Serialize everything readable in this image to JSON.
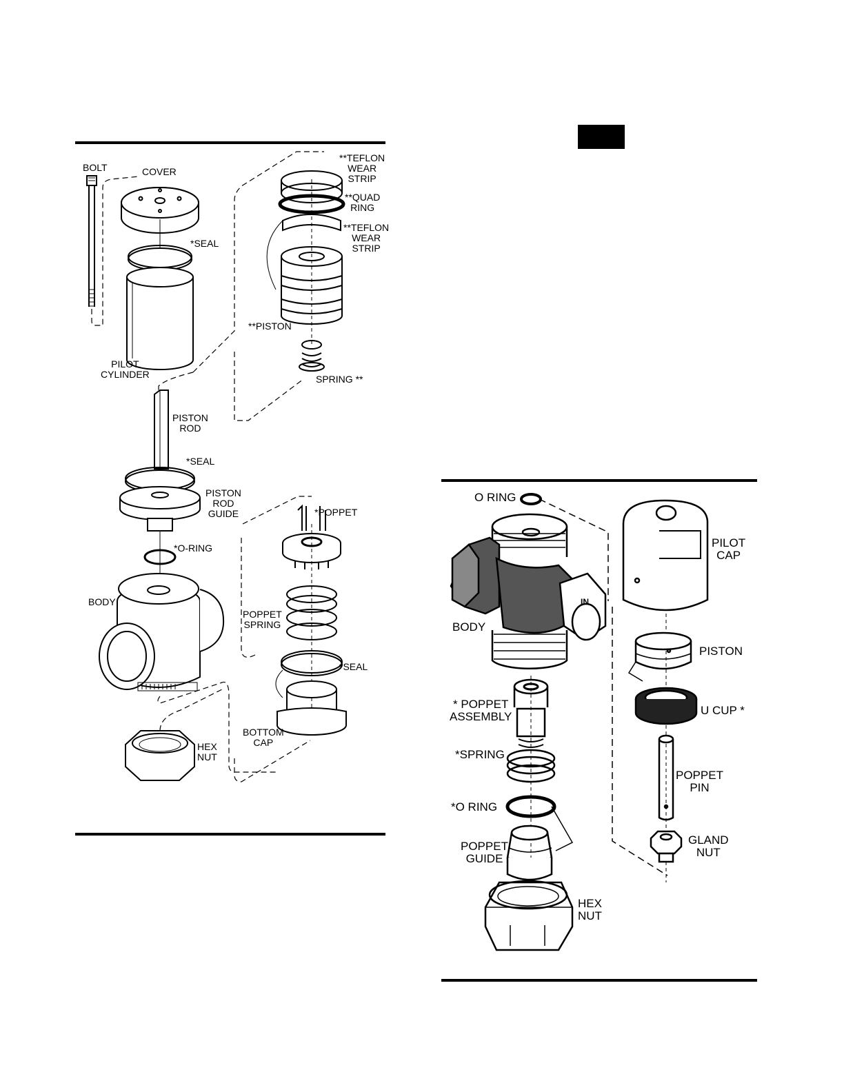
{
  "fig1": {
    "bolt": "BOLT",
    "cover": "COVER",
    "seal_top": "*SEAL",
    "teflon_top": [
      "**TEFLON",
      "WEAR",
      "STRIP"
    ],
    "quad_ring": [
      "**QUAD",
      "RING"
    ],
    "teflon_bottom": [
      "**TEFLON",
      "WEAR",
      "STRIP"
    ],
    "piston": "**PISTON",
    "pilot_cylinder": [
      "PILOT",
      "CYLINDER"
    ],
    "spring": "SPRING **",
    "piston_rod": [
      "PISTON",
      "ROD"
    ],
    "seal_mid": "*SEAL",
    "piston_rod_guide": [
      "PISTON",
      "ROD",
      "GUIDE"
    ],
    "poppet": "*POPPET",
    "o_ring": "*O-RING",
    "body": "BODY",
    "poppet_spring": [
      "POPPET",
      "SPRING"
    ],
    "seal_bottom": "*SEAL",
    "bottom_cap": [
      "BOTTOM",
      "CAP"
    ],
    "hex_nut": [
      "HEX",
      "NUT"
    ]
  },
  "fig2": {
    "o_ring_top": "O RING",
    "pilot_cap": [
      "PILOT",
      "CAP"
    ],
    "body": "BODY",
    "in_mark": "IN",
    "piston": "PISTON",
    "u_cup": "U CUP *",
    "poppet_assembly": [
      "* POPPET",
      "ASSEMBLY"
    ],
    "spring": "*SPRING",
    "poppet_pin": [
      "POPPET",
      "PIN"
    ],
    "o_ring": "*O RING",
    "poppet_guide": [
      "POPPET",
      "GUIDE"
    ],
    "gland_nut": [
      "GLAND",
      "NUT"
    ],
    "hex_nut": [
      "HEX",
      "NUT"
    ]
  }
}
